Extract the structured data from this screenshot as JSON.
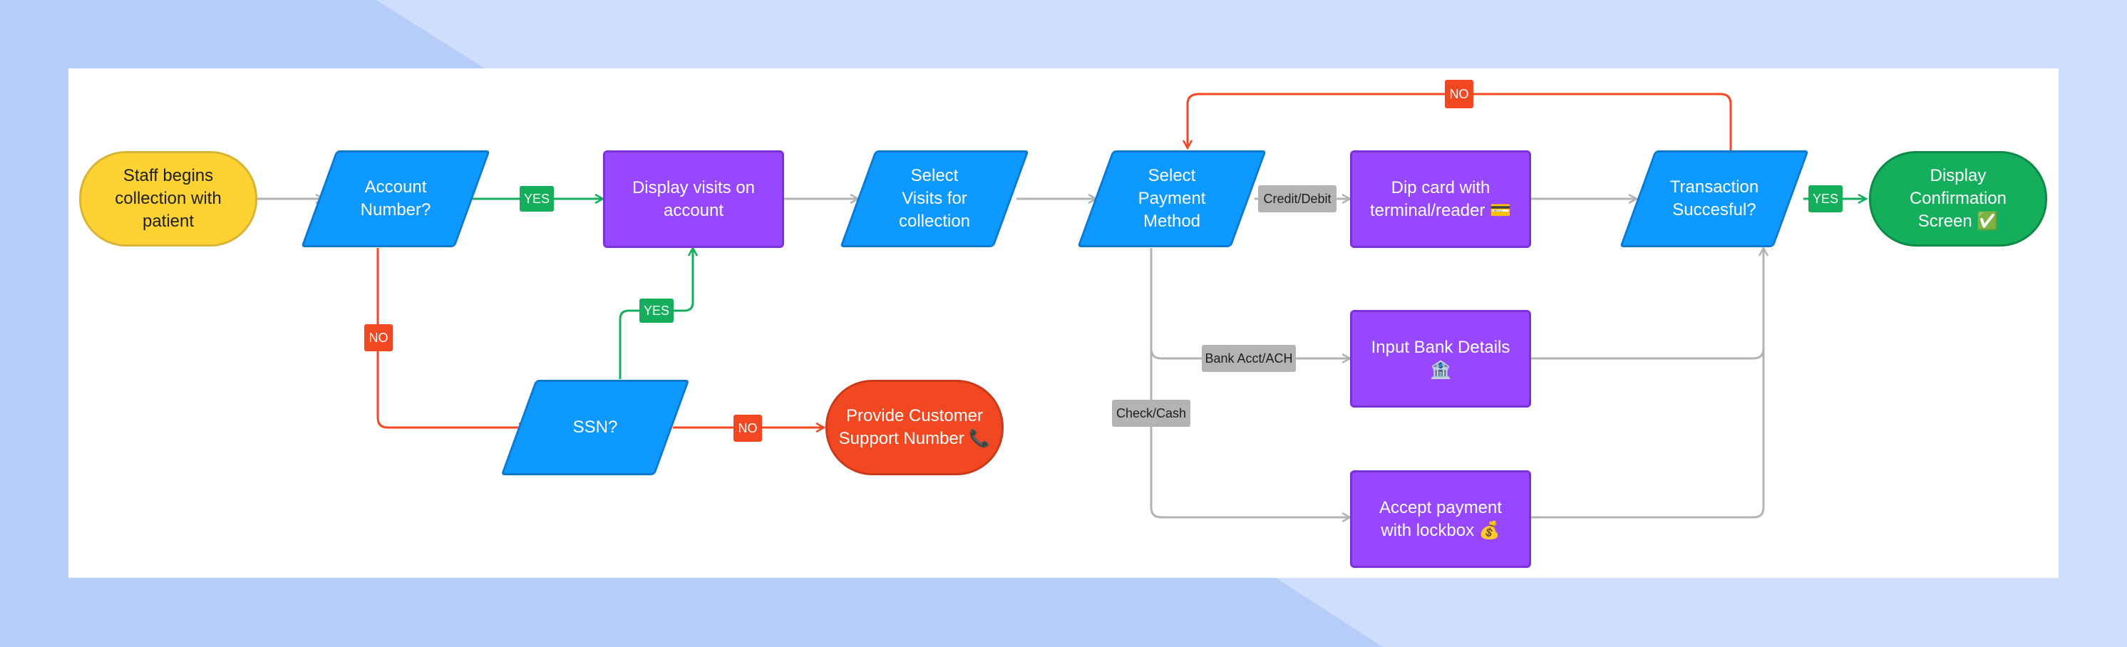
{
  "colors": {
    "yes_line": "#14ae5c",
    "no_line": "#f24822",
    "neutral_line": "#b3b3b3"
  },
  "nodes": {
    "start": "Staff begins\ncollection with\npatient",
    "account_number": "Account\nNumber?",
    "display_visits": "Display visits on\naccount",
    "select_visits": "Select\nVisits for\ncollection",
    "select_payment": "Select\nPayment\nMethod",
    "dip_card": "Dip card with\nterminal/reader 💳",
    "input_bank": "Input Bank Details\n🏦",
    "lockbox": "Accept payment\nwith lockbox 💰",
    "transaction": "Transaction\nSuccesful?",
    "confirmation": "Display\nConfirmation\nScreen ✅",
    "ssn": "SSN?",
    "support": "Provide Customer\nSupport Number 📞"
  },
  "edge_labels": {
    "yes_account": "YES",
    "no_account": "NO",
    "yes_ssn": "YES",
    "no_ssn": "NO",
    "credit_debit": "Credit/Debit",
    "bank_ach": "Bank Acct/ACH",
    "check_cash": "Check/Cash",
    "yes_transaction": "YES",
    "no_transaction": "NO"
  }
}
